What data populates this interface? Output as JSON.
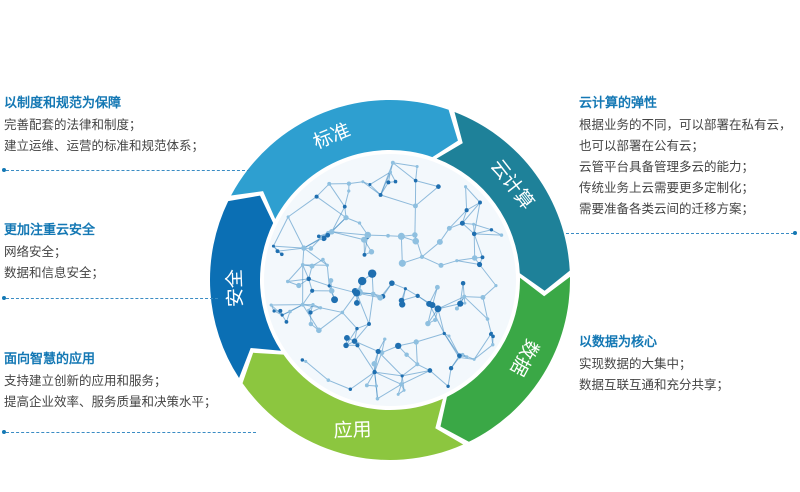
{
  "left_blocks": [
    {
      "title": "以制度和规范为保障",
      "lines": [
        "完善配套的法律和制度；",
        "建立运维、运营的标准和规范体系；"
      ]
    },
    {
      "title": "更加注重云安全",
      "lines": [
        "网络安全；",
        "数据和信息安全；"
      ]
    },
    {
      "title": "面向智慧的应用",
      "lines": [
        "支持建立创新的应用和服务；",
        "提高企业效率、服务质量和决策水平；"
      ]
    }
  ],
  "right_blocks": [
    {
      "title": "云计算的弹性",
      "lines": [
        "根据业务的不同，可以部署在私有云，",
        "也可以部署在公有云；",
        "云管平台具备管理多云的能力；",
        "传统业务上云需要更多定制化；",
        "需要准备各类云间的迁移方案；"
      ]
    },
    {
      "title": "以数据为核心",
      "lines": [
        "实现数据的大集中；",
        "数据互联互通和充分共享；"
      ]
    }
  ],
  "ring": [
    {
      "label": "标准",
      "color": "#2e9fd0"
    },
    {
      "label": "云计算",
      "color": "#1e8199"
    },
    {
      "label": "数据",
      "color": "#3aa846"
    },
    {
      "label": "应用",
      "color": "#8cc63f"
    },
    {
      "label": "安全",
      "color": "#0b6fb4"
    }
  ]
}
